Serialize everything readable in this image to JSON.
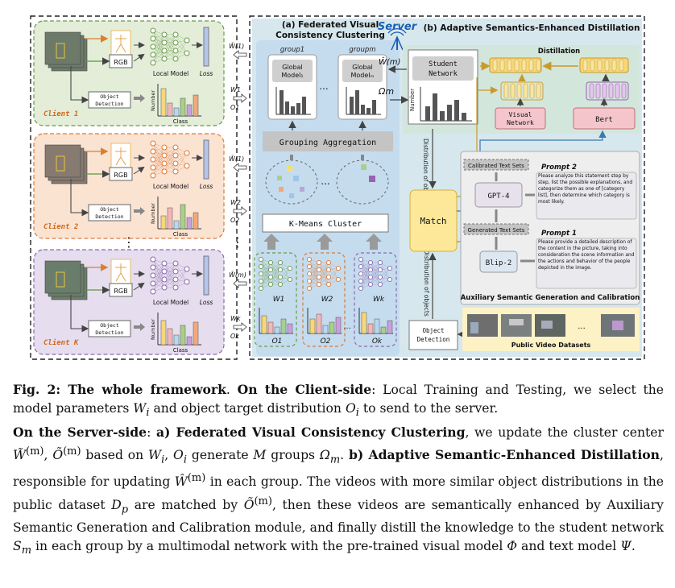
{
  "colors": {
    "client1_bg": "#e3edd8",
    "client1_border": "#6a9a4a",
    "client2_bg": "#fbe3d2",
    "client2_border": "#d97a3a",
    "clientk_bg": "#e6ddef",
    "clientk_border": "#8a6aae",
    "server_bg": "#d7e7ee",
    "server_a_bg": "#c8dff0",
    "server_b_bg": "#dcecd8",
    "match_bg": "#fde89a",
    "distill_yellow": "#f7d778",
    "bert_pink": "#f4c6cc",
    "text_sets_bg": "#bdbdbd",
    "aux_panel": "#eeeeee",
    "public_panel": "#fdf1c6",
    "client_label": "#d06a1a"
  },
  "icons": [
    "neural-network-icon",
    "antenna-icon",
    "bar-chart-icon",
    "video-frame-icon"
  ],
  "clients": [
    {
      "name": "Client 1",
      "rgb": "RGB",
      "detection": "Object Detection",
      "local_model": "Local Model",
      "loss": "Loss",
      "number": "Number",
      "class": "Class",
      "w_hat": "Ŵ(1)",
      "w": "W1",
      "o": "O1"
    },
    {
      "name": "Client 2",
      "rgb": "RGB",
      "detection": "Object Detection",
      "local_model": "Local Model",
      "loss": "Loss",
      "number": "Number",
      "class": "Class",
      "w_hat": "Ŵ(1)",
      "w": "W2",
      "o": "O2"
    },
    {
      "name": "Client K",
      "rgb": "RGB",
      "detection": "Object Detection",
      "local_model": "Local Model",
      "loss": "Loss",
      "number": "Number",
      "class": "Class",
      "w_hat": "Ŵ(m)",
      "w": "Wk",
      "o": "Ok"
    }
  ],
  "ellipsis": "⋮",
  "server": {
    "title": "Server",
    "section_a": "(a) Federated Visual Consistency Clustering",
    "section_b": "(b) Adaptive Semantics-Enhanced Distillation",
    "group1": "group1",
    "groupm": "groupm",
    "global_model1": "Global Model1",
    "global_modelm": "Global Modelm",
    "dots": "...",
    "grouping": "Grouping Aggregation",
    "kmeans": "K-Means Cluster",
    "w_hat_m": "Ŵ(m)",
    "omega_m": "Ωm",
    "client_models": [
      {
        "w": "W1",
        "o": "O1"
      },
      {
        "w": "W2",
        "o": "O2"
      },
      {
        "w": "Wk",
        "o": "Ok"
      }
    ],
    "student": "Student Network",
    "distillation": "Distillation",
    "visual_network": "Visual Network",
    "bert": "Bert",
    "number": "Number",
    "dist_objects": "Distribution of objects",
    "match": "Match",
    "object_detection": "Object Detection",
    "calibrated": "Calibrated Text Sets",
    "gpt4": "GPT-4",
    "generated": "Generated Text Sets",
    "blip2": "Blip-2",
    "prompt2_title": "Prompt 2",
    "prompt2_text": "Please analyze this statement step by step, list the possible explanations, and categorize them as one of [category list], then determine which category is most likely.",
    "prompt1_title": "Prompt 1",
    "prompt1_text": "Please provide a detailed description of the content in the picture, taking into consideration the scene information and the actions and behavior of the people depicted in the image.",
    "aux_title": "Auxiliary Semantic Generation and Calibration",
    "public_title": "Public Video Datasets"
  },
  "caption": {
    "p1_bold": "Fig. 2: The whole framework",
    "p1_a": ". ",
    "p1_client_bold": "On the Client-side",
    "p1_b": ": Local Training and Testing, we select the model parameters ",
    "Wi": "W",
    "Wi_sub": "i",
    "p1_c": " and object target distribution ",
    "Oi": "O",
    "Oi_sub": "i",
    "p1_d": " to send to the server.",
    "p2_server_bold": "On the Server-side",
    "p2_a": ": ",
    "p2_a_bold": "a) Federated Visual Consistency Clustering",
    "p2_b": ", we update the cluster center ",
    "W_tilde": "W̃",
    "W_tilde_sup": "(m)",
    "p2_c": ", ",
    "O_tilde": "Õ",
    "O_tilde_sup": "(m)",
    "p2_d": " based on ",
    "p2_e": ", ",
    "p2_f": " generate ",
    "M": "M",
    "p2_g": " groups ",
    "Omega": "Ω",
    "Omega_sub": "m",
    "p2_h": ". ",
    "p2_b_bold": "b) Adaptive Semantic-Enhanced Distillation",
    "p2_i": ", responsible for updating ",
    "W_hat": "Ŵ",
    "W_hat_sup": "(m)",
    "p2_j": " in each group. The videos with more similar object distributions in the public dataset ",
    "Dp": "D",
    "Dp_sub": "p",
    "p2_k": " are matched by ",
    "p2_l": ", then these videos are semantically enhanced by Auxiliary Semantic Generation and Calibration module, and finally distill the knowledge to the student network ",
    "Sm": "S",
    "Sm_sub": "m",
    "p2_m": " in each group by a multimodal network with the pre-trained visual model ",
    "Phi": "Φ",
    "p2_n": " and text model ",
    "Psi": "Ψ",
    "p2_o": "."
  }
}
